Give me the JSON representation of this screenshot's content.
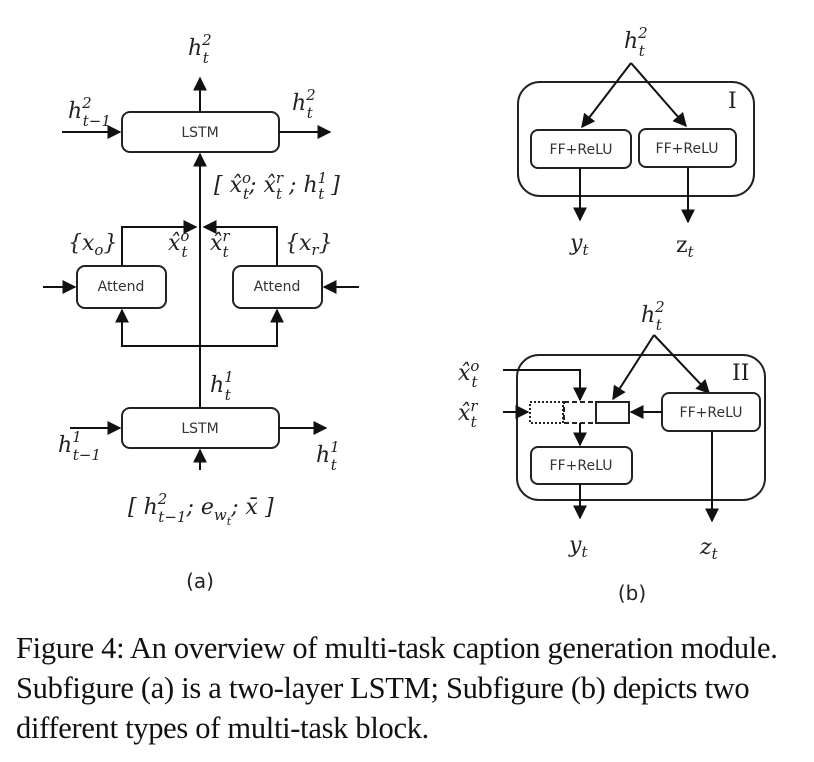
{
  "figure": {
    "subfig_a": {
      "label": "(a)",
      "lstm_top_label": "LSTM",
      "lstm_bottom_label": "LSTM",
      "attend_left_label": "Attend",
      "attend_right_label": "Attend",
      "math": {
        "h2t_top": "h_t^2",
        "h2t_prev": "h_{t-1}^2",
        "h2t_right": "h_t^2",
        "concat_top": "[ x̂_t^o ; x̂_t^r ; h_t^1 ]",
        "xo_set": "{x_o}",
        "xr_set": "{x_r}",
        "xhat_o": "x̂_t^o",
        "xhat_r": "x̂_t^r",
        "h1t_mid": "h_t^1",
        "h1t_prev": "h_{t-1}^1",
        "h1t_right": "h_t^1",
        "concat_bottom": "[ h_{t-1}^2 ; e_{w_t} ; x̄ ]"
      }
    },
    "subfig_b": {
      "label": "(b)",
      "block_I": {
        "roman": "I",
        "ff_left_label": "FF+ReLU",
        "ff_right_label": "FF+ReLU",
        "input": "h_t^2",
        "out_y": "y_t",
        "out_z": "z_t"
      },
      "block_II": {
        "roman": "II",
        "ff_bottom_label": "FF+ReLU",
        "ff_right_label": "FF+ReLU",
        "input": "h_t^2",
        "in_xo": "x̂_t^o",
        "in_xr": "x̂_t^r",
        "out_y": "y_t",
        "out_z": "z_t"
      }
    }
  },
  "caption": {
    "text": "Figure 4: An overview of multi-task caption generation module. Subfigure (a) is a two-layer LSTM; Subfigure (b) depicts two different types of multi-task block."
  }
}
